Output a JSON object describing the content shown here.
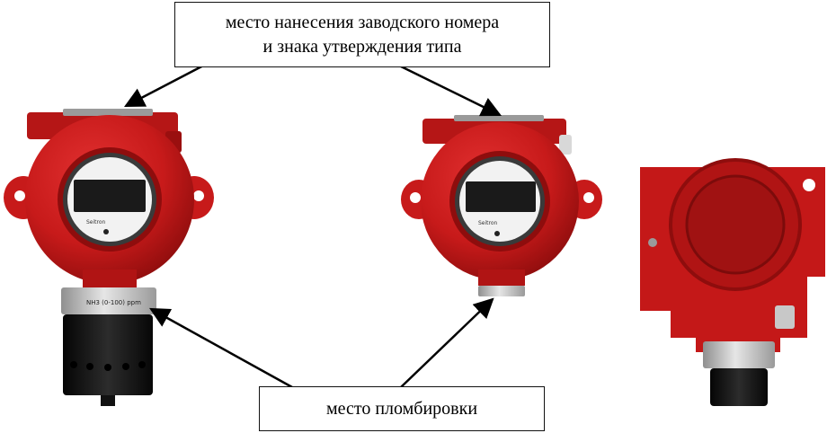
{
  "callouts": {
    "serial_and_type_mark": {
      "line1": "место нанесения заводского номера",
      "line2": "и знака утверждения типа"
    },
    "sealing": {
      "text": "место пломбировки"
    }
  },
  "device_labels": {
    "brand": "Seitron",
    "sensor_band_text": "NH3 (0-100) ppm"
  },
  "colors": {
    "housing_red": "#c71a1a",
    "housing_dark": "#8e0d0d",
    "sensor_black": "#141414",
    "metal": "#b9b9b9"
  }
}
